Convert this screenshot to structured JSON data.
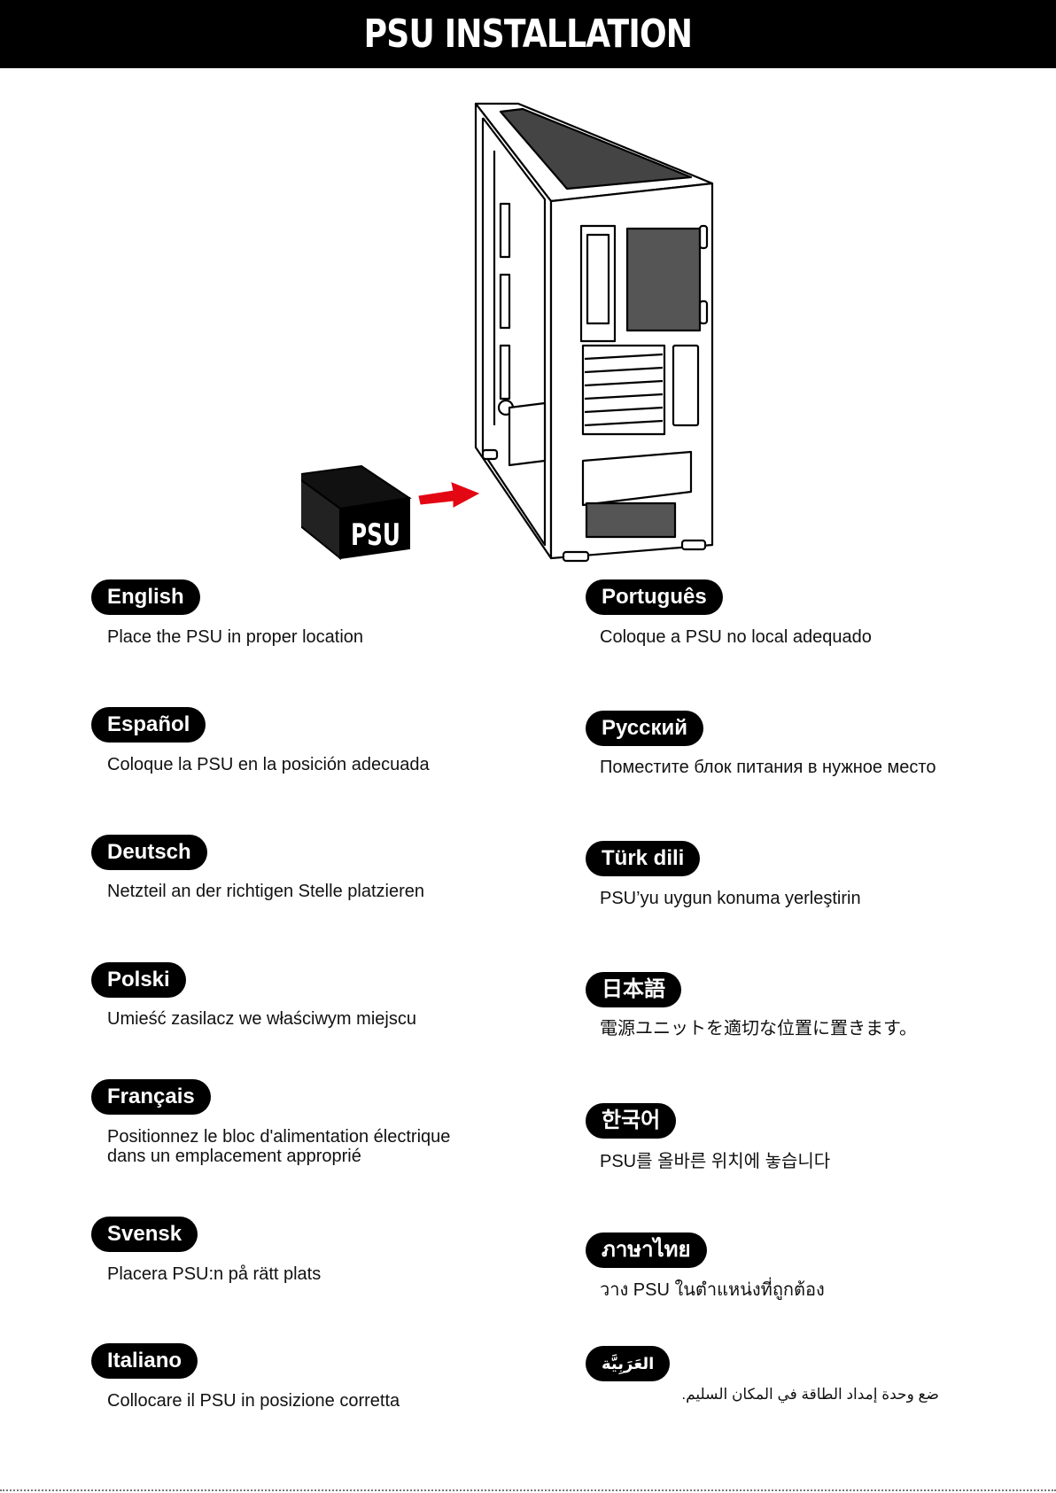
{
  "header": {
    "title": "PSU INSTALLATION"
  },
  "illustration": {
    "box_label": "PSU",
    "arrow_color": "#e30613"
  },
  "left": [
    {
      "lang": "English",
      "text": "Place the PSU in proper location"
    },
    {
      "lang": "Español",
      "text": "Coloque la PSU en la posición adecuada"
    },
    {
      "lang": "Deutsch",
      "text": "Netzteil an der richtigen Stelle platzieren"
    },
    {
      "lang": "Polski",
      "text": "Umieść zasilacz we właściwym miejscu"
    },
    {
      "lang": "Français",
      "text": "Positionnez le bloc d'alimentation électrique\ndans un emplacement approprié"
    },
    {
      "lang": "Svensk",
      "text": "Placera PSU:n på rätt plats"
    },
    {
      "lang": "Italiano",
      "text": "Collocare il PSU in posizione corretta"
    }
  ],
  "right": [
    {
      "lang": "Português",
      "text": "Coloque a PSU no local adequado"
    },
    {
      "lang": "Русский",
      "text": "Поместите блок питания в нужное место"
    },
    {
      "lang": "Türk dili",
      "text": "PSU’yu uygun konuma yerleştirin"
    },
    {
      "lang": "日本語",
      "text": "電源ユニットを適切な位置に置きます。"
    },
    {
      "lang": "한국어",
      "text": "PSU를 올바른 위치에 놓습니다"
    },
    {
      "lang": "ภาษาไทย",
      "text": "วาง PSU ในตำแหน่งที่ถูกต้อง"
    },
    {
      "lang": "العَرَبِيَّة",
      "text": "ضع وحدة إمداد الطاقة في المكان السليم."
    }
  ]
}
